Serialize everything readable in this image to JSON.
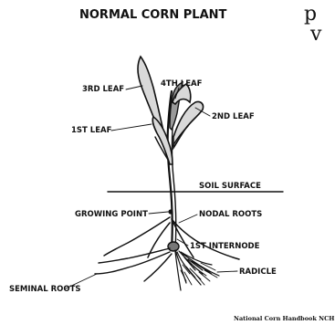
{
  "title": "NORMAL CORN PLANT",
  "labels": {
    "leaf4": "4TH LEAF",
    "leaf3": "3RD LEAF",
    "leaf2": "2ND LEAF",
    "leaf1": "1ST LEAF",
    "soil_surface": "SOIL SURFACE",
    "growing_point": "GROWING POINT",
    "nodal_roots": "NODAL ROOTS",
    "first_internode": "1ST INTERNODE",
    "radicle": "RADICLE",
    "seminal_roots": "SEMINAL ROOTS"
  },
  "citation": "National Corn Handbook NCH",
  "edge_text": {
    "line1": "p",
    "line2": "v"
  }
}
